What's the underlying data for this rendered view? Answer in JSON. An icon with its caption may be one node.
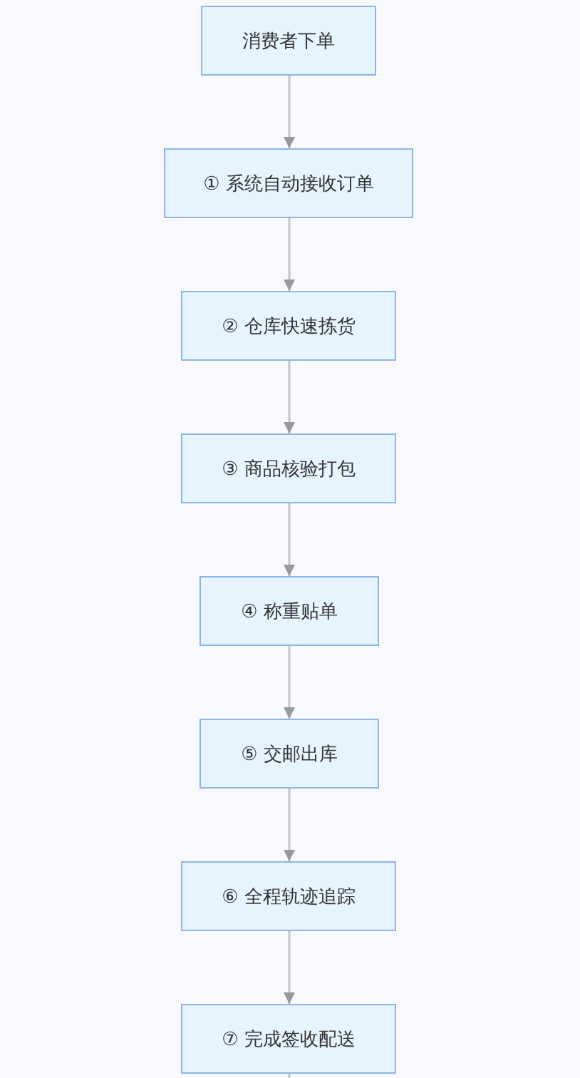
{
  "diagram": {
    "nodes": [
      {
        "text": [
          "消费者下单"
        ]
      },
      {
        "text": [
          "① 系统自动接收订单"
        ]
      },
      {
        "text": [
          "② 仓库快速拣货"
        ]
      },
      {
        "text": [
          "③ 商品核验打包"
        ]
      },
      {
        "text": [
          "④ 称重贴单"
        ]
      },
      {
        "text": [
          "⑤ 交邮出库"
        ]
      },
      {
        "text": [
          "⑥ 全程轨迹追踪"
        ]
      },
      {
        "text": [
          "⑦ 完成签收配送"
        ]
      }
    ],
    "edges": [
      {
        "from": 0,
        "to": 1,
        "arrow": "to"
      },
      {
        "from": 1,
        "to": 2,
        "arrow": "to"
      },
      {
        "from": 2,
        "to": 3,
        "arrow": "to"
      },
      {
        "from": 3,
        "to": 4,
        "arrow": "to"
      },
      {
        "from": 4,
        "to": 5,
        "arrow": "to"
      },
      {
        "from": 5,
        "to": 6,
        "arrow": "to"
      },
      {
        "from": 6,
        "to": 7,
        "arrow": "to"
      },
      {
        "from": 7,
        "to": null,
        "arrow": "none"
      }
    ]
  }
}
